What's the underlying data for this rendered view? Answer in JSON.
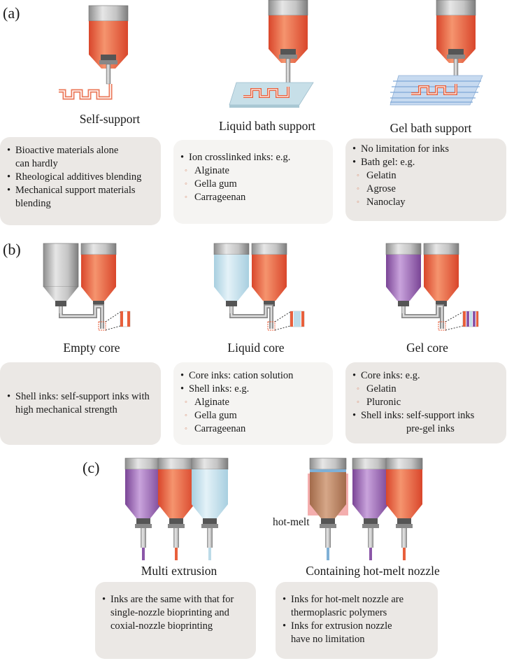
{
  "labels": {
    "a": "(a)",
    "b": "(b)",
    "c": "(c)"
  },
  "a": {
    "self": {
      "caption": "Self-support",
      "box": [
        "Bioactive materials  alone",
        "can hardly",
        "Rheological additives blending",
        "Mechanical  support materials",
        "blending"
      ]
    },
    "liquid": {
      "caption": "Liquid bath support",
      "box": {
        "head": "Ion crosslinked inks: e.g.",
        "items": [
          "Alginate",
          "Gella gum",
          "Carrageenan"
        ]
      }
    },
    "gel": {
      "caption": "Gel bath support",
      "box": {
        "head1": "No limitation for inks",
        "head2": "Bath gel: e.g.",
        "items": [
          "Gelatin",
          "Agrose",
          "Nanoclay"
        ]
      }
    }
  },
  "b": {
    "empty": {
      "caption": "Empty core",
      "box": [
        "Shell inks: self-support inks with",
        "high mechanical strength"
      ]
    },
    "liquid": {
      "caption": "Liquid core",
      "box": {
        "core": "Core inks:  cation solution",
        "shell": "Shell inks: e.g.",
        "items": [
          "Alginate",
          "Gella gum",
          "Carrageenan"
        ]
      }
    },
    "gel": {
      "caption": "Gel core",
      "box": {
        "core": "Core inks: e.g.",
        "items": [
          "Gelatin",
          "Pluronic"
        ],
        "shell": "Shell inks: self-support inks",
        "shell2": "pre-gel inks"
      }
    }
  },
  "c": {
    "multi": {
      "caption": "Multi extrusion",
      "box": [
        "Inks are the same with that for",
        "single-nozzle bioprinting and",
        "coxial-nozzle bioprinting"
      ]
    },
    "hotmelt": {
      "caption": "Containing hot-melt nozzle",
      "nozzle_label": "hot-melt",
      "box": [
        "Inks for hot-melt nozzle  are",
        "thermoplasric polymers",
        "Inks for extrusion nozzle",
        "have no limitation"
      ]
    }
  },
  "colors": {
    "ink": "#e8603c",
    "liquid": "#bcdbe8",
    "gel": "#8b57a8",
    "steel": "#b4b4b4",
    "box": "#ebe8e5"
  }
}
